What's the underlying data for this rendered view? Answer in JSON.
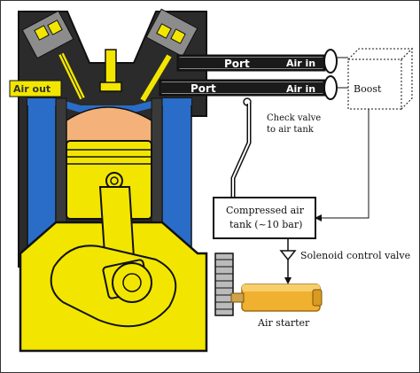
{
  "labels": {
    "air_out": "Air out",
    "port_top": "Port",
    "port_bottom": "Port",
    "air_in_top": "Air in",
    "air_in_bottom": "Air in",
    "boost": "Boost",
    "check_valve_line1": "Check valve",
    "check_valve_line2": "to air tank",
    "tank_line1": "Compressed air",
    "tank_line2": "tank (~10 bar)",
    "solenoid": "Solenoid control  valve",
    "air_starter": "Air starter"
  },
  "colors": {
    "engine_yellow": "#f2e600",
    "coolant_blue": "#2a6dc8",
    "head_dark": "#3a3a3a",
    "piston_orange": "#f4b27a",
    "starter_orange": "#f0b030",
    "outline": "#111111"
  }
}
